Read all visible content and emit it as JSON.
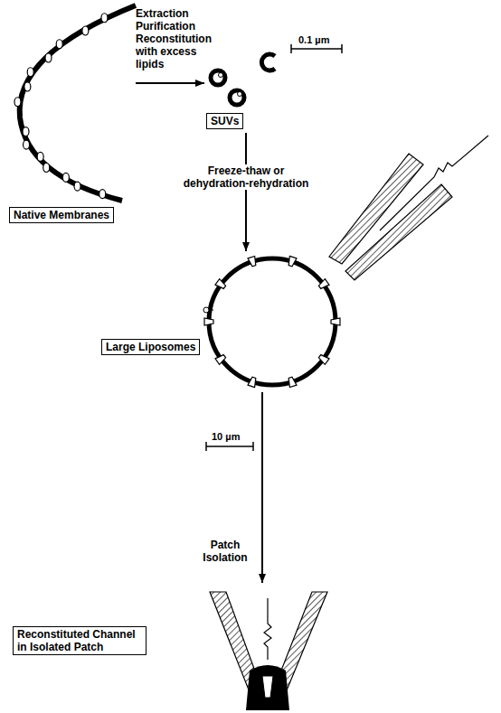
{
  "diagram": {
    "nodes": [
      {
        "text": [
          "Native Membranes"
        ]
      },
      {
        "text": [
          "SUVs"
        ]
      },
      {
        "text": [
          "Large Liposomes"
        ]
      },
      {
        "text": [
          "Reconstituted Channel in Isolated Patch"
        ]
      }
    ],
    "edges": [
      {
        "from": 0,
        "to": 1,
        "arrow": "to",
        "label": "Extraction Purification Reconstitution with excess lipids"
      },
      {
        "from": 1,
        "to": 2,
        "arrow": "to",
        "label": "Freeze-thaw or dehydration-rehydration"
      },
      {
        "from": 2,
        "to": 3,
        "arrow": "to",
        "label": "Patch Isolation"
      }
    ],
    "labels": [
      "0.1 µm",
      "10 µm"
    ]
  }
}
